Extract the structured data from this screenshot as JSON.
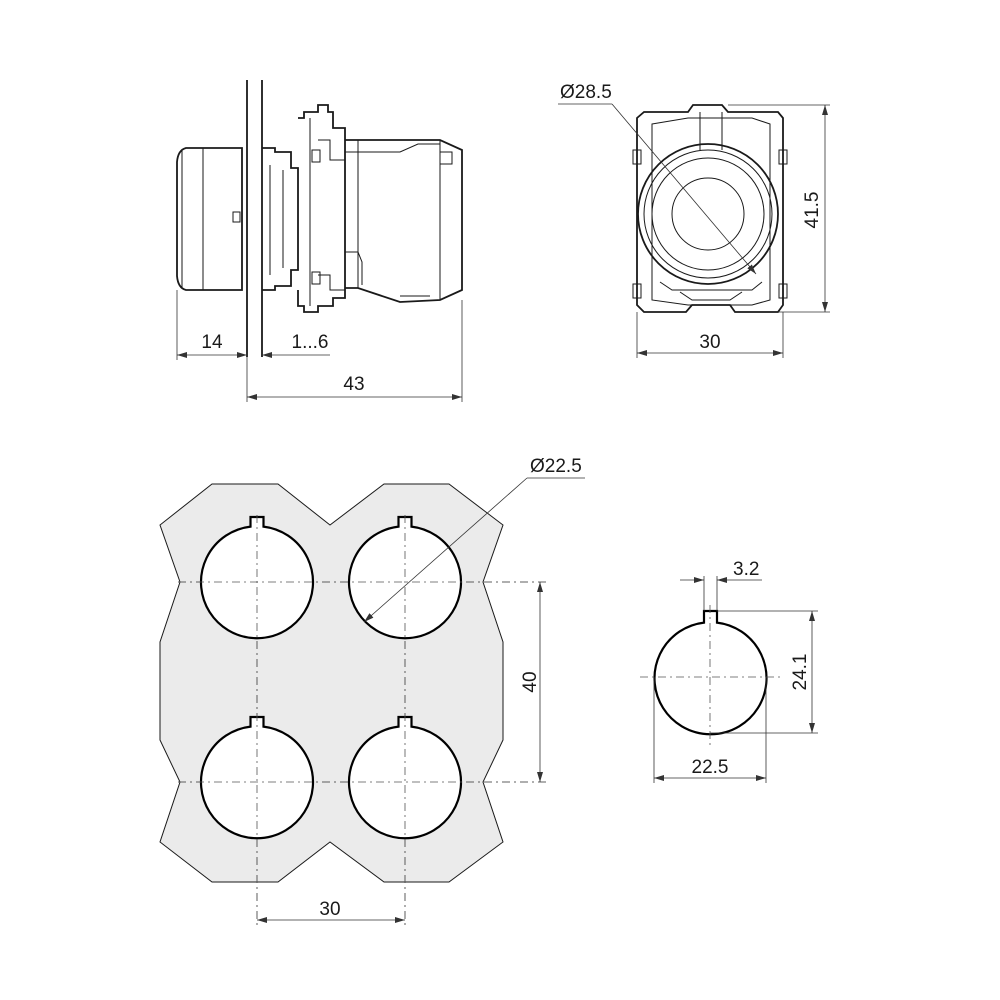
{
  "dimensions": {
    "side_front": "14",
    "side_panel": "1...6",
    "side_depth": "43",
    "front_diameter": "Ø28.5",
    "front_width": "30",
    "front_height": "41.5",
    "cutout_diameter": "Ø22.5",
    "cutout_v_spacing": "40",
    "cutout_h_spacing": "30",
    "key_width": "3.2",
    "hole_height": "24.1",
    "hole_diameter": "22.5"
  }
}
